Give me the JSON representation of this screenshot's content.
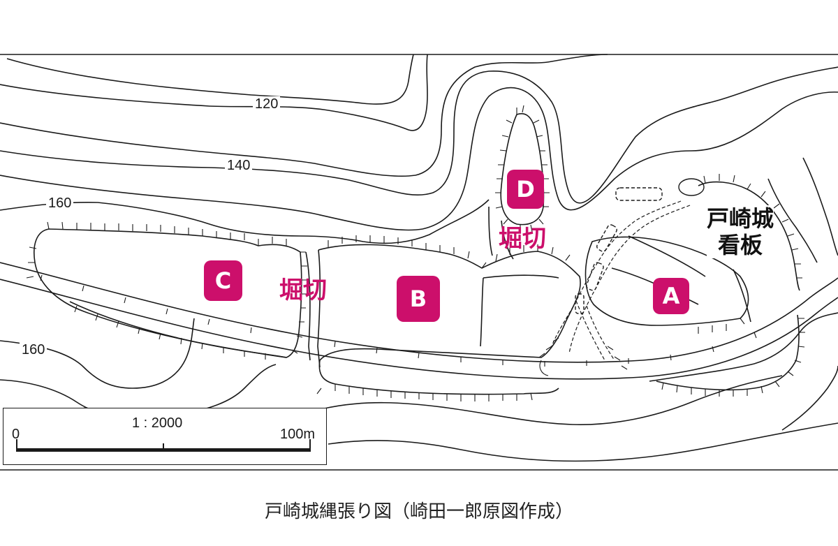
{
  "contours": {
    "label_120": "120",
    "label_140": "140",
    "label_160_upper": "160",
    "label_160_lower": "160"
  },
  "enclosures": {
    "a": "A",
    "b": "B",
    "c": "C",
    "d": "D"
  },
  "moats": {
    "west_label": "堀切",
    "north_label": "堀切"
  },
  "signboard": {
    "line1": "戸崎城",
    "line2": "看板"
  },
  "scale": {
    "ratio": "1 : 2000",
    "start": "0",
    "end": "100m"
  },
  "caption": "戸崎城縄張り図（崎田一郎原図作成）",
  "colors": {
    "accent": "#cc0f6b",
    "line": "#1a1a1a",
    "background": "#ffffff"
  }
}
